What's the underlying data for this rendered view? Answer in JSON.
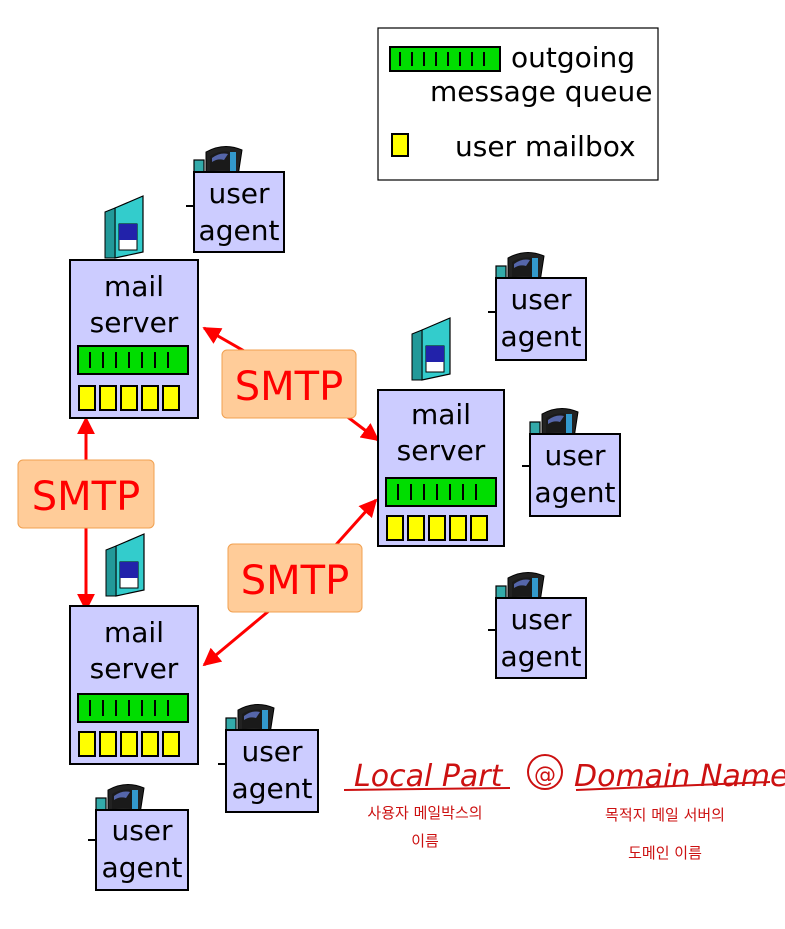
{
  "legend": {
    "queue_label_line1": "outgoing",
    "queue_label_line2": "message queue",
    "mailbox_label": "user mailbox"
  },
  "servers": [
    {
      "line1": "mail",
      "line2": "server"
    },
    {
      "line1": "mail",
      "line2": "server"
    },
    {
      "line1": "mail",
      "line2": "server"
    }
  ],
  "agents": [
    {
      "line1": "user",
      "line2": "agent"
    },
    {
      "line1": "user",
      "line2": "agent"
    },
    {
      "line1": "user",
      "line2": "agent"
    },
    {
      "line1": "user",
      "line2": "agent"
    },
    {
      "line1": "user",
      "line2": "agent"
    },
    {
      "line1": "user",
      "line2": "agent"
    }
  ],
  "smtp_labels": [
    "SMTP",
    "SMTP",
    "SMTP"
  ],
  "annotation": {
    "local_part": "Local Part",
    "at": "@",
    "domain_name": "Domain Name",
    "local_desc_line1": "사용자 메일박스의",
    "local_desc_line2": "이름",
    "domain_desc_line1": "목적지 메일 서버의",
    "domain_desc_line2": "도메인 이름"
  },
  "colors": {
    "box_fill": "#ccccff",
    "queue_green": "#00dd00",
    "mailbox_yellow": "#ffff00",
    "smtp_red": "#ff0000",
    "smtp_bg": "#ffcc99",
    "tower_teal": "#33cccc",
    "ink_red": "#cc1111"
  },
  "icons": [
    "computer-tower-icon",
    "desktop-computer-icon"
  ]
}
